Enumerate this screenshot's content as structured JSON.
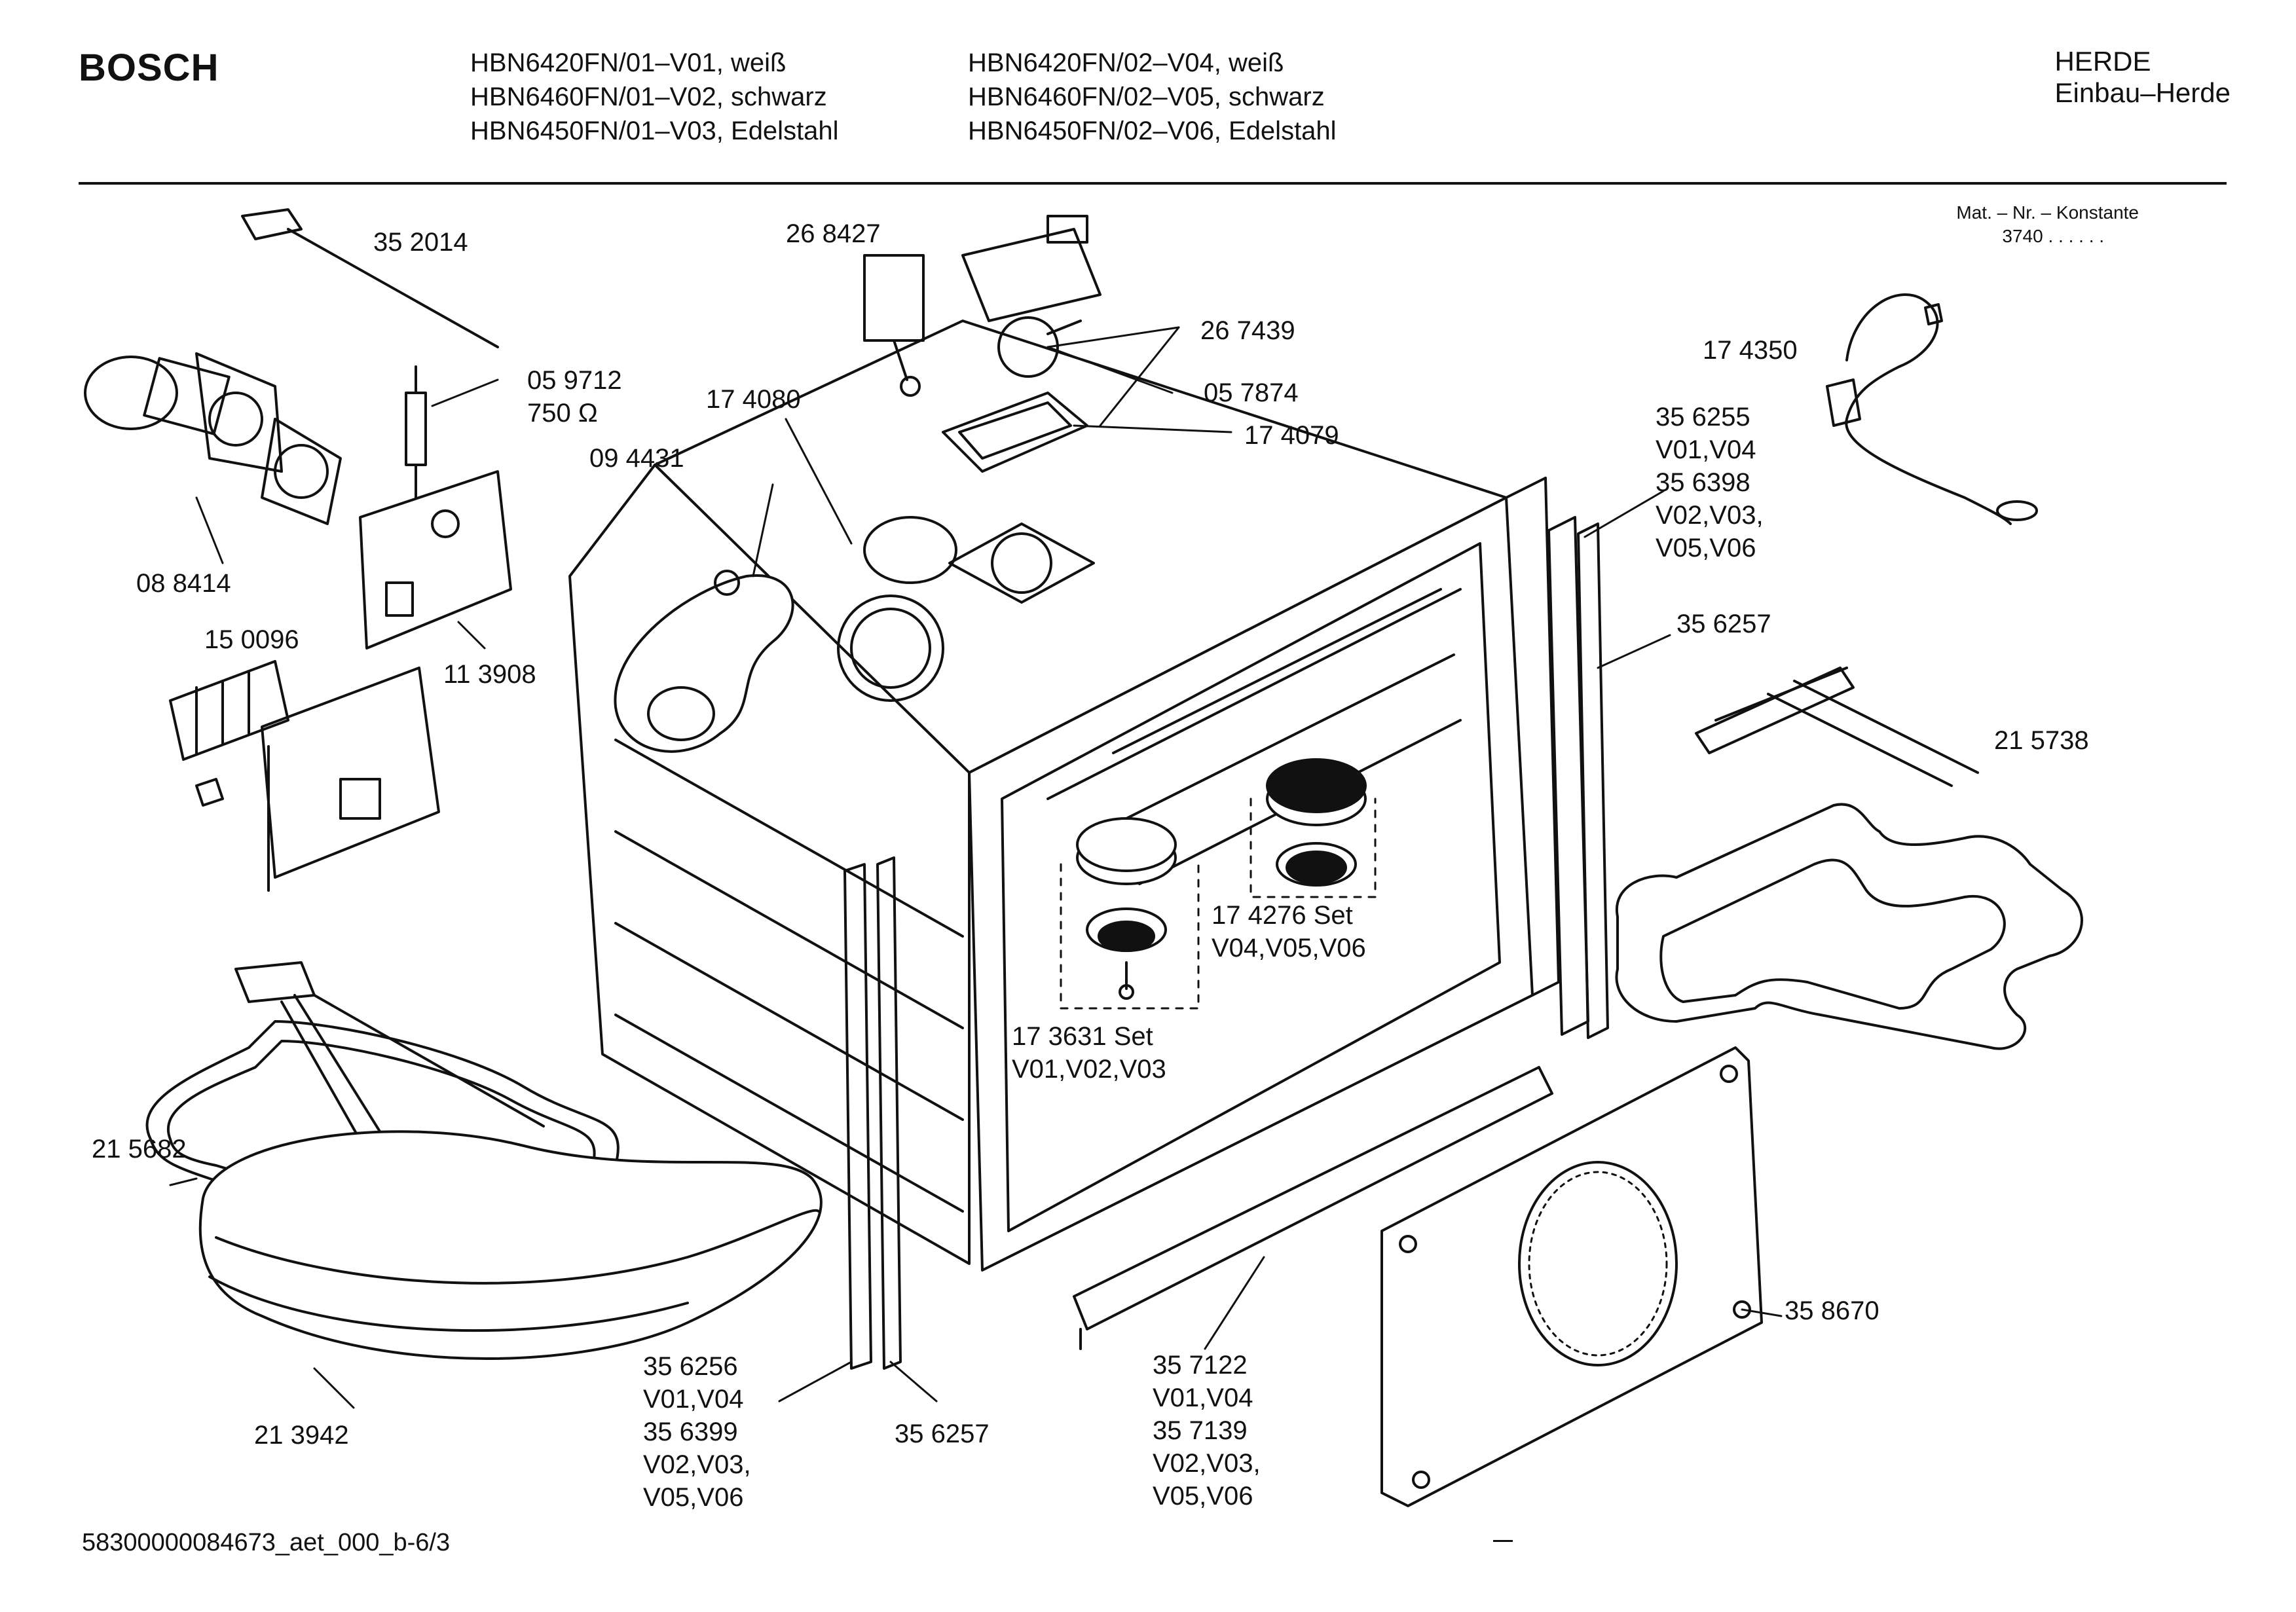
{
  "header": {
    "brand": "BOSCH",
    "models_left": [
      "HBN6420FN/01–V01, weiß",
      "HBN6460FN/01–V02, schwarz",
      "HBN6450FN/01–V03, Edelstahl"
    ],
    "models_right": [
      "HBN6420FN/02–V04, weiß",
      "HBN6460FN/02–V05, schwarz",
      "HBN6450FN/02–V06, Edelstahl"
    ],
    "category": [
      "HERDE",
      "Einbau–Herde"
    ],
    "mat_title": "Mat. – Nr. – Konstante",
    "mat_value": "3740  .  .    .  .  .  ."
  },
  "labels": {
    "p352014": "35 2014",
    "p268427": "26 8427",
    "p267439": "26 7439",
    "p059712": [
      "05 9712",
      "750 Ω"
    ],
    "p057874": "05 7874",
    "p174080": "17 4080",
    "p174079": "17 4079",
    "p094431": "09 4431",
    "p088414": "08 8414",
    "p150096": "15 0096",
    "p113908": "11 3908",
    "p174350": "17 4350",
    "p356255": [
      "35 6255",
      "V01,V04",
      "35 6398",
      "V02,V03,",
      "V05,V06"
    ],
    "p356257a": "35 6257",
    "p215738": "21 5738",
    "p174276": [
      "17 4276 Set",
      "V04,V05,V06"
    ],
    "p173631": [
      "17 3631 Set",
      "V01,V02,V03"
    ],
    "p215682": "21 5682",
    "p213942": "21 3942",
    "p356256": [
      "35 6256",
      "V01,V04",
      "35 6399",
      "V02,V03,",
      "V05,V06"
    ],
    "p356257b": "35 6257",
    "p357122": [
      "35 7122",
      "V01,V04",
      "35 7139",
      "V02,V03,",
      "V05,V06"
    ],
    "p358670": "35 8670"
  },
  "footer": {
    "code": "58300000084673_aet_000_b-6/3"
  }
}
